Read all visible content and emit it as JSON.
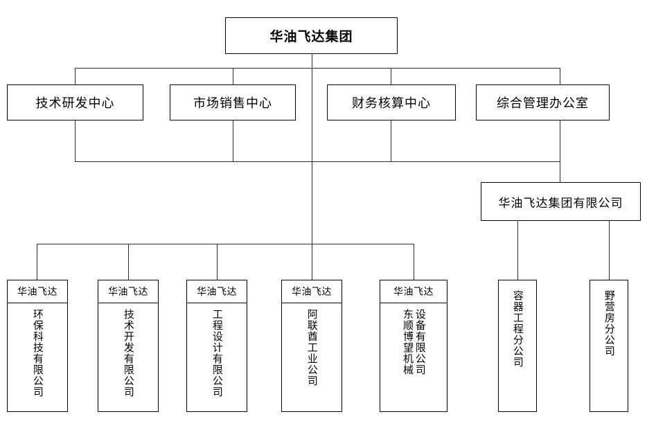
{
  "diagram": {
    "title_text": "华油飞达集团",
    "type": "organizational-chart"
  },
  "root": {
    "label": "华油飞达集团"
  },
  "departments": [
    {
      "label": "技术研发中心"
    },
    {
      "label": "市场销售中心"
    },
    {
      "label": "财务核算中心"
    },
    {
      "label": "综合管理办公室"
    }
  ],
  "subsidiary_group": {
    "label": "华油飞达集团有限公司"
  },
  "subsidiaries": [
    {
      "header": "华油飞达",
      "columns": [
        "环保科技有限公司"
      ]
    },
    {
      "header": "华油飞达",
      "columns": [
        "技术开发有限公司"
      ]
    },
    {
      "header": "华油飞达",
      "columns": [
        "工程设计有限公司"
      ]
    },
    {
      "header": "华油飞达",
      "columns": [
        "阿联酋工业公司"
      ]
    },
    {
      "header": "华油飞达",
      "columns": [
        "设备有限公司",
        "东顺博望机械"
      ]
    }
  ],
  "branches": [
    {
      "header": "",
      "columns": [
        "容器工程分公司"
      ]
    },
    {
      "header": "",
      "columns": [
        "野营房分公司"
      ]
    }
  ],
  "colors": {
    "line": "#2b2b2b",
    "border": "#000000",
    "background": "#ffffff",
    "text": "#000000"
  }
}
